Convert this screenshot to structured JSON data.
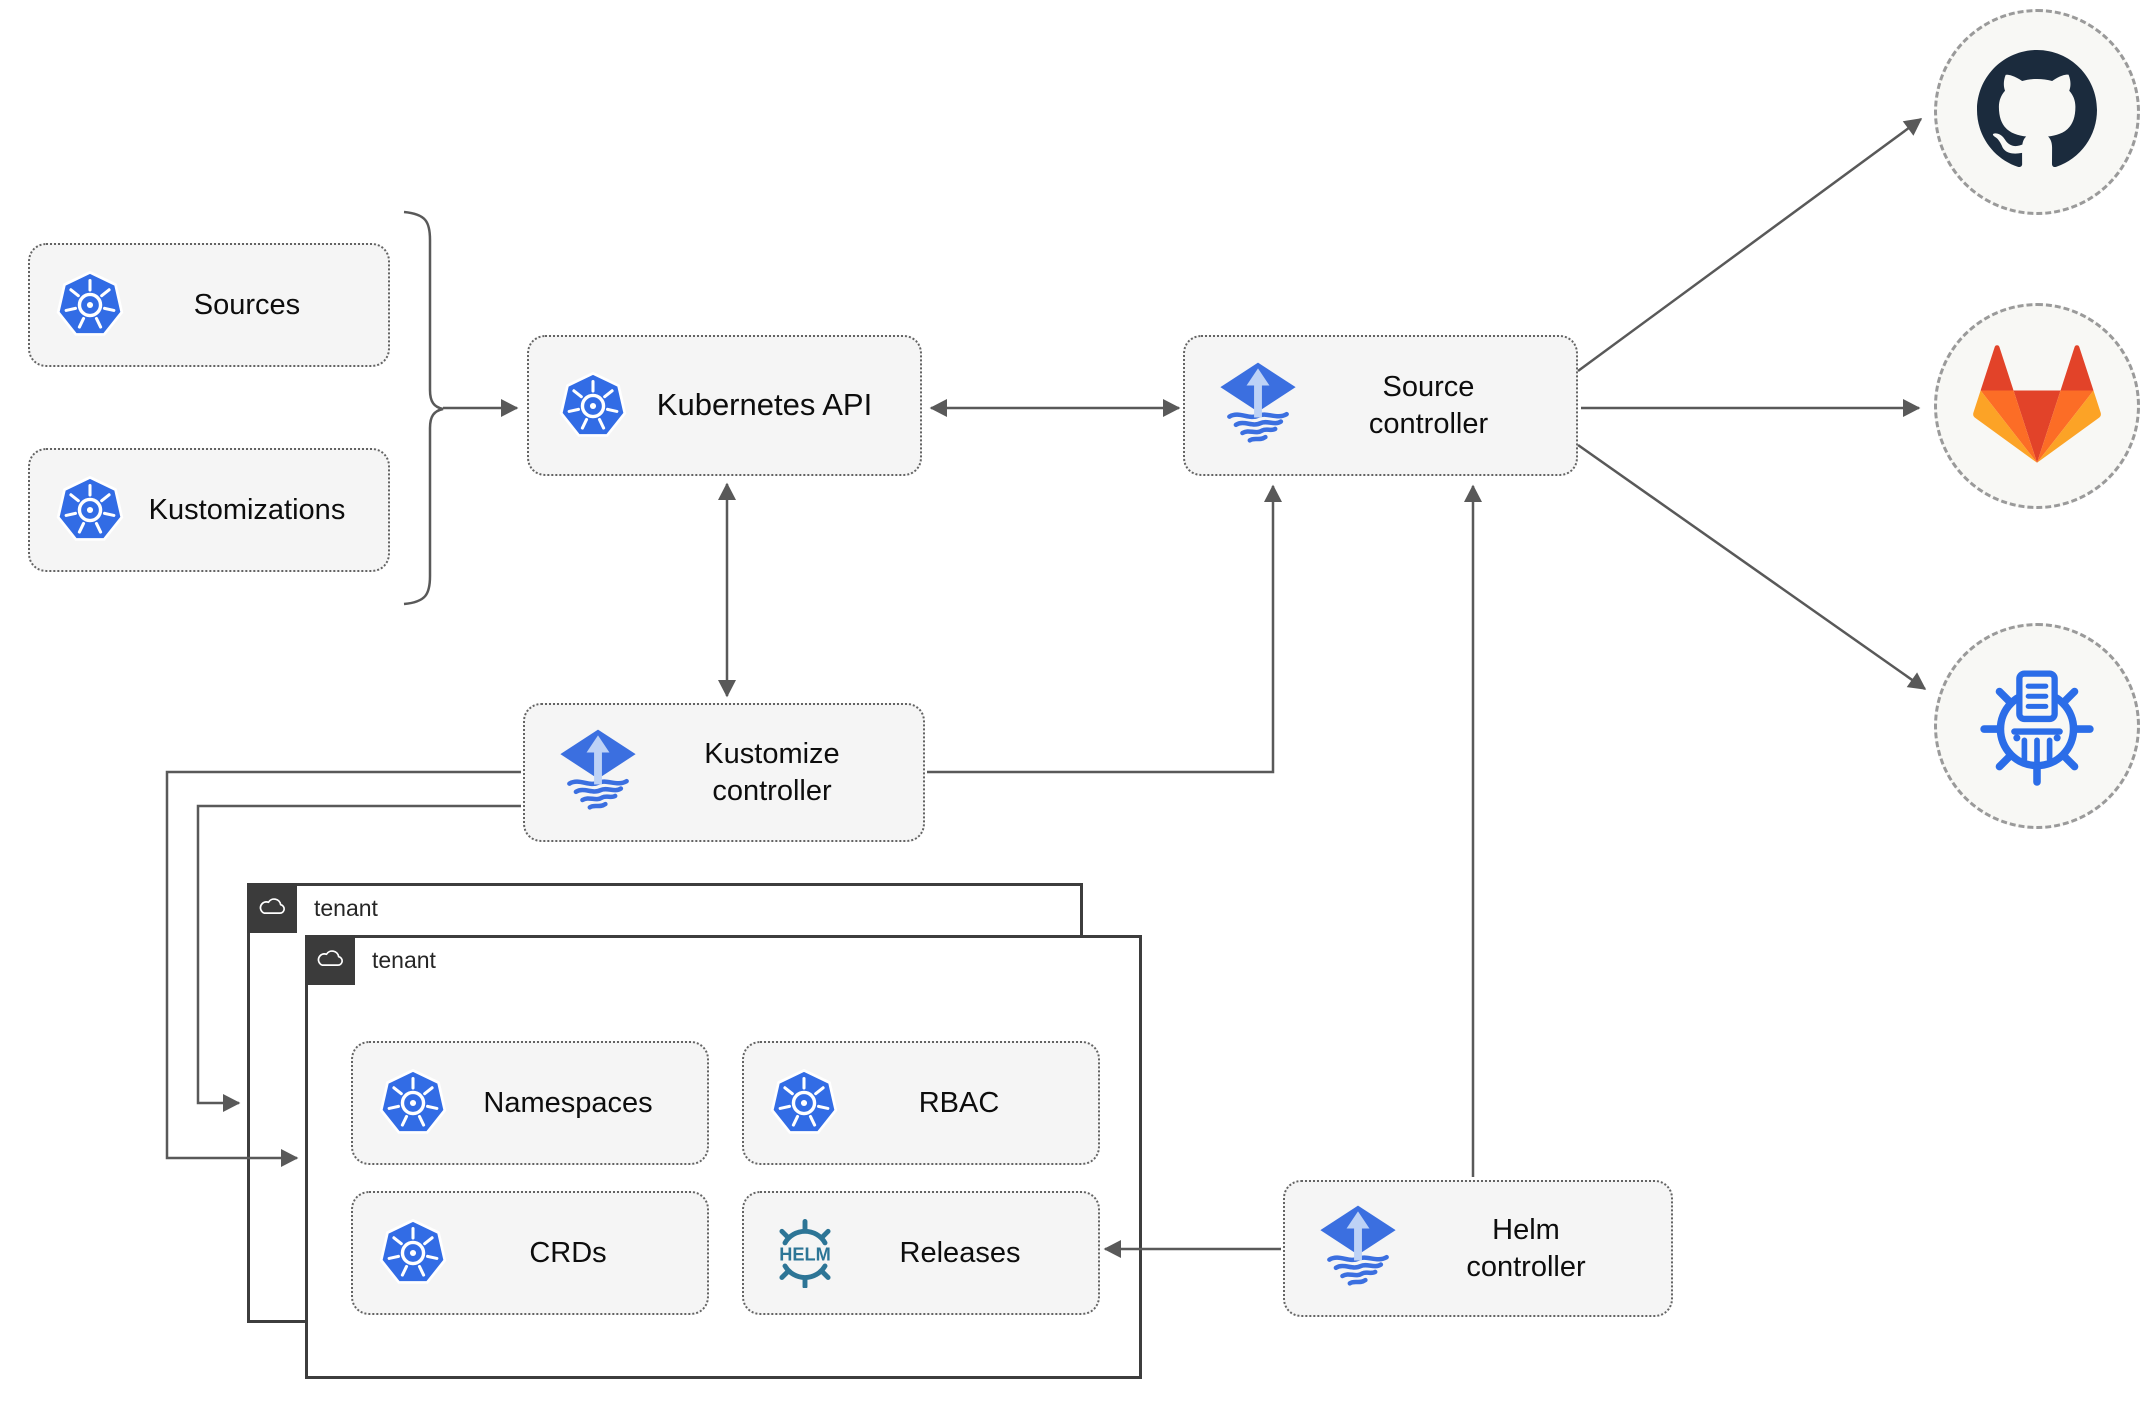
{
  "nodes": {
    "sources": {
      "label": "Sources",
      "icon": "kubernetes"
    },
    "kustomizations": {
      "label": "Kustomizations",
      "icon": "kubernetes"
    },
    "kubernetes_api": {
      "label": "Kubernetes API",
      "icon": "kubernetes"
    },
    "source_controller": {
      "label": "Source\ncontroller",
      "icon": "flux"
    },
    "kustomize_controller": {
      "label": "Kustomize\ncontroller",
      "icon": "flux"
    },
    "helm_controller": {
      "label": "Helm\ncontroller",
      "icon": "flux"
    }
  },
  "tenants": {
    "outer": {
      "label": "tenant",
      "icon": "cloud"
    },
    "inner": {
      "label": "tenant",
      "icon": "cloud"
    }
  },
  "resources": {
    "namespaces": {
      "label": "Namespaces",
      "icon": "kubernetes"
    },
    "rbac": {
      "label": "RBAC",
      "icon": "kubernetes"
    },
    "crds": {
      "label": "CRDs",
      "icon": "kubernetes"
    },
    "releases": {
      "label": "Releases",
      "icon": "helm"
    }
  },
  "helm_logo_text": "HELM",
  "endpoints": {
    "github": {
      "icon": "github-octocat"
    },
    "gitlab": {
      "icon": "gitlab-tanuki"
    },
    "chart_repository": {
      "icon": "chart-repository-wheel"
    }
  },
  "colors": {
    "kubernetes_blue": "#326ce5",
    "flux_blue": "#3b6fe0",
    "flux_arrow_light": "#bdd2f6",
    "helm_teal": "#2d7596",
    "github_dark": "#1b2b3d",
    "gitlab_red": "#e24329",
    "gitlab_orange": "#fc6d26",
    "gitlab_yellow": "#fca326",
    "chart_repo_blue": "#2b6de8",
    "node_fill": "#f5f5f5",
    "node_border_dotted": "#636363",
    "connector_gray": "#595959",
    "tenant_border": "#3d3d3d",
    "tenant_tab_bg": "#3b3b3b"
  }
}
